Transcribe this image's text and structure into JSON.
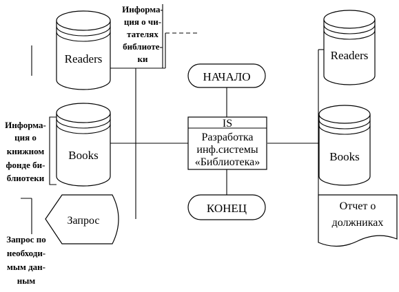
{
  "nodes": {
    "start": "НАЧАЛО",
    "end": "КОНЕЦ",
    "process_id": "IS",
    "process_lines": [
      "Разработка",
      "инф.системы",
      "«Библиотека»"
    ],
    "readers_left": "Readers",
    "books_left": "Books",
    "query": "Запрос",
    "readers_right": "Readers",
    "books_right": "Books",
    "report_lines": [
      "Отчет о",
      "должниках"
    ]
  },
  "annotations": {
    "readers_info": [
      "Информа-",
      "ция о чи-",
      "тателях",
      "библиоте-",
      "ки"
    ],
    "books_info": [
      "Информа-",
      "ция о",
      "книжном",
      "фонде би-",
      "блиотеки"
    ],
    "query_info": [
      "Запрос по",
      "необходи-",
      "мым дан-",
      "ным"
    ]
  }
}
